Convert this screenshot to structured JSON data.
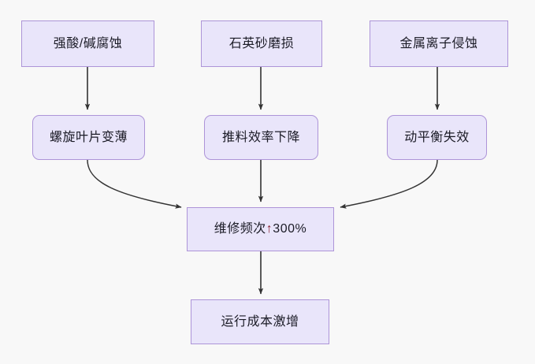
{
  "diagram": {
    "type": "flowchart",
    "direction": "top-to-bottom",
    "background_color": "#f8f8f8",
    "node_fill_color": "#e9e5fa",
    "node_border_color": "#ad94d8",
    "node_text_color": "#1b1b26",
    "edge_color": "#333333",
    "accent_color": "#8a2230",
    "nodes": [
      {
        "id": "acid",
        "label": "强酸/碱腐蚀",
        "shape": "rect",
        "column": 1,
        "row": 1
      },
      {
        "id": "sand",
        "label": "石英砂磨损",
        "shape": "rect",
        "column": 2,
        "row": 1
      },
      {
        "id": "metal",
        "label": "金属离子侵蚀",
        "shape": "rect",
        "column": 3,
        "row": 1
      },
      {
        "id": "blade",
        "label": "螺旋叶片变薄",
        "shape": "round-rect",
        "column": 1,
        "row": 2
      },
      {
        "id": "feed",
        "label": "推料效率下降",
        "shape": "round-rect",
        "column": 2,
        "row": 2
      },
      {
        "id": "balance",
        "label": "动平衡失效",
        "shape": "round-rect",
        "column": 3,
        "row": 2
      },
      {
        "id": "repair",
        "label": "维修频次↑300%",
        "shape": "rect",
        "column": 2,
        "row": 3,
        "label_parts": {
          "text_before": "维修频次",
          "arrow": "↑",
          "text_after": "300%"
        }
      },
      {
        "id": "cost",
        "label": "运行成本激增",
        "shape": "rect",
        "column": 2,
        "row": 4
      }
    ],
    "edges": [
      {
        "from": "acid",
        "to": "blade",
        "style": "straight"
      },
      {
        "from": "sand",
        "to": "feed",
        "style": "straight"
      },
      {
        "from": "metal",
        "to": "balance",
        "style": "straight"
      },
      {
        "from": "blade",
        "to": "repair",
        "style": "curved"
      },
      {
        "from": "feed",
        "to": "repair",
        "style": "straight"
      },
      {
        "from": "balance",
        "to": "repair",
        "style": "curved"
      },
      {
        "from": "repair",
        "to": "cost",
        "style": "straight"
      }
    ]
  }
}
